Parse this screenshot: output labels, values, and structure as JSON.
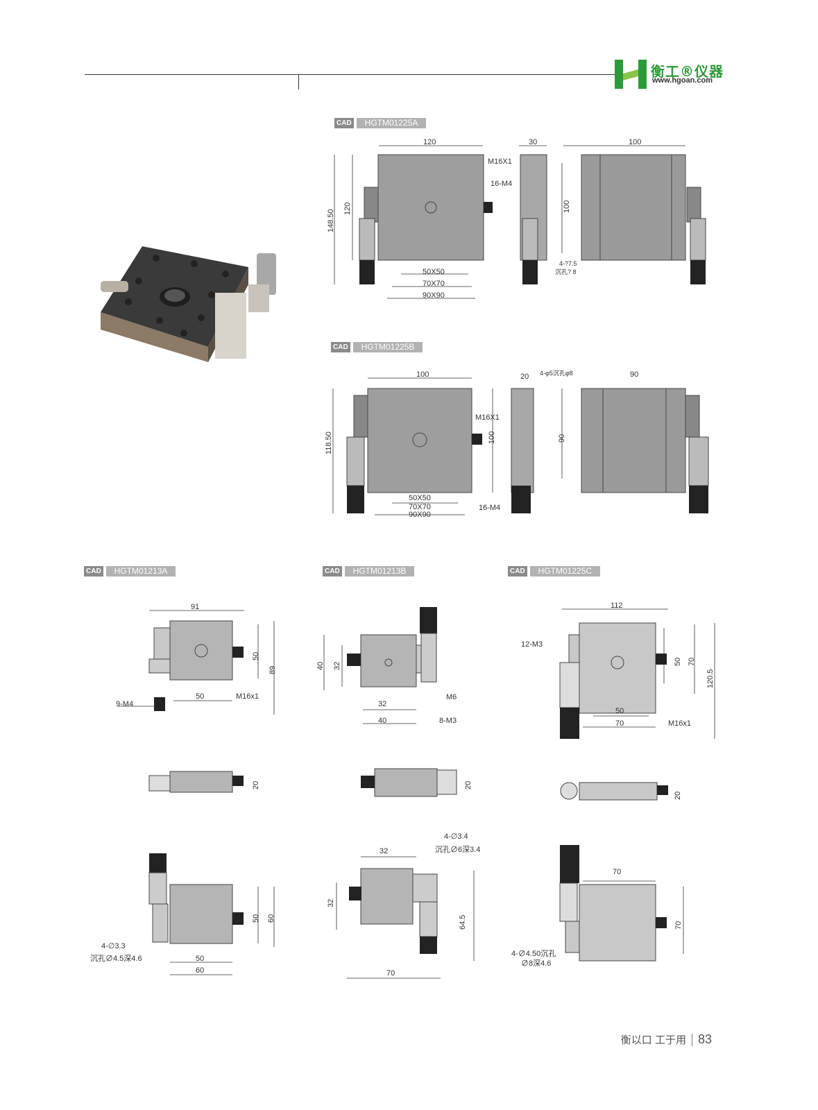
{
  "brand": {
    "logo_letter": "H",
    "name_cn": "衡工®仪器",
    "url": "www.hgoan.com",
    "green": "#2d9a3a"
  },
  "footer": {
    "slogan": "衡以口 工于用",
    "page_number": "83"
  },
  "cad_label": "CAD",
  "models": {
    "a225": {
      "name": "HGTM01225A",
      "dims": [
        "120",
        "30",
        "100",
        "148.50",
        "120",
        "100",
        "M16X1",
        "16-M4",
        "50X50",
        "70X70",
        "90X90",
        "4-?7.5",
        "沉孔? 8"
      ]
    },
    "b225": {
      "name": "HGTM01225B",
      "dims": [
        "100",
        "20",
        "4-φ5沉孔φ8",
        "90",
        "118.50",
        "100",
        "90",
        "M16X1",
        "50X50",
        "70X70",
        "90X90",
        "16-M4"
      ]
    },
    "a213": {
      "name": "HGTM01213A",
      "dims": [
        "91",
        "50",
        "89",
        "9-M4",
        "50",
        "M16x1",
        "20",
        "4-∅3.3",
        "沉孔∅4.5深4.6",
        "50",
        "60",
        "50",
        "60"
      ]
    },
    "b213": {
      "name": "HGTM01213B",
      "dims": [
        "40",
        "32",
        "M6",
        "32",
        "40",
        "8-M3",
        "20",
        "4-∅3.4",
        "沉孔∅6深3.4",
        "32",
        "32",
        "64.5",
        "70"
      ]
    },
    "c225": {
      "name": "HGTM01225C",
      "dims": [
        "112",
        "12-M3",
        "50",
        "70",
        "120.5",
        "50",
        "70",
        "M16x1",
        "20",
        "70",
        "70",
        "4-∅4.50沉孔",
        "∅8深4.6"
      ]
    }
  }
}
